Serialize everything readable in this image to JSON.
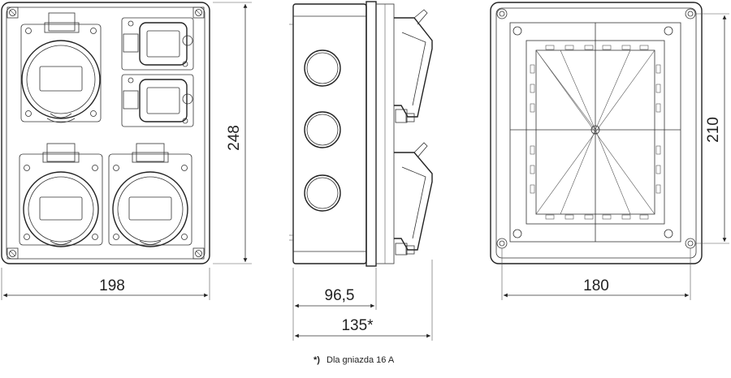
{
  "dimensions": {
    "front_width": "198",
    "front_height": "248",
    "side_depth_socket": "96,5",
    "side_depth_total": "135*",
    "back_width": "180",
    "back_height": "210"
  },
  "footnote": {
    "marker": "*)",
    "text": "Dla gniazda 16 A"
  }
}
